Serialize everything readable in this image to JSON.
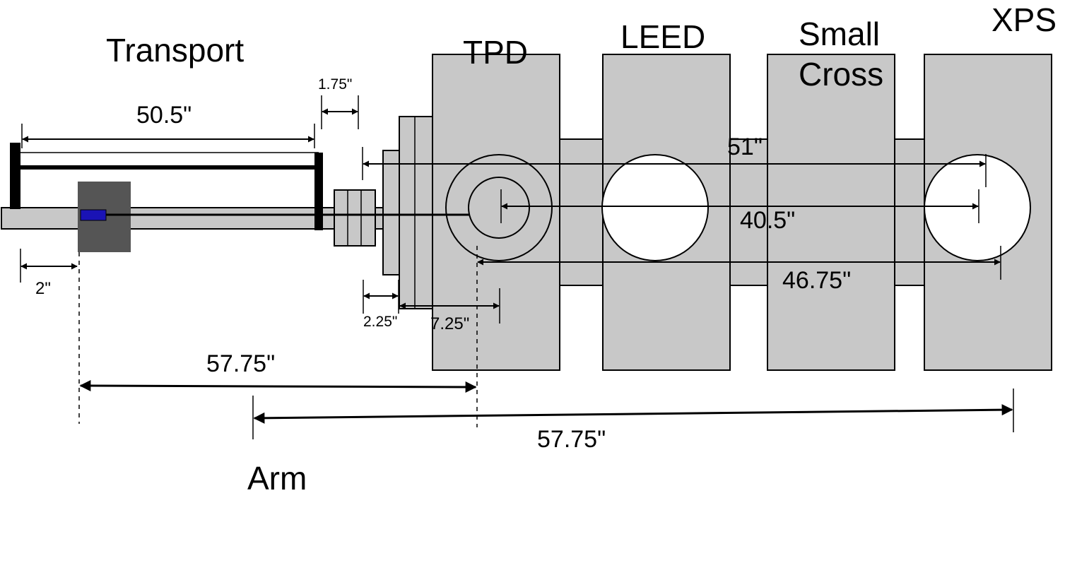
{
  "sections": {
    "transport": "Transport",
    "tpd": "TPD",
    "leed": "LEED",
    "small_cross_line1": "Small",
    "small_cross_line2": "Cross",
    "xps": "XPS",
    "arm": "Arm"
  },
  "dimensions": {
    "transport_length": "50.5\"",
    "gap_small": "1.75\"",
    "offset_left": "2\"",
    "flange_a": "2.25\"",
    "flange_b": "7.25\"",
    "span_51": "51\"",
    "span_40_5": "40.5\"",
    "span_46_75": "46.75\"",
    "arm_upper": "57.75\"",
    "arm_lower": "57.75\""
  },
  "colors": {
    "chamber": "#c8c8c8",
    "carriage": "#555555",
    "sample": "#1a13b5"
  }
}
